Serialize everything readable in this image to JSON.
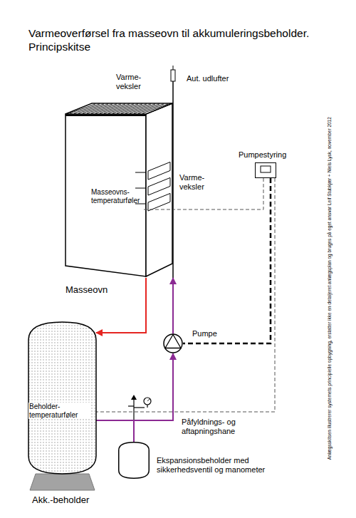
{
  "diagram": {
    "title": "Varmeoverførsel fra masseovn til akkumuleringsbeholder. Principskitse",
    "nodes": [
      {
        "text": [
          "Masseovn"
        ]
      },
      {
        "text": [
          "Pumpestyring"
        ]
      },
      {
        "text": [
          "Pumpe"
        ]
      },
      {
        "text": [
          "Akk.-beholder"
        ]
      },
      {
        "text": [
          "Ekspansionsbeholder med sikkerhedsventil og manometer"
        ]
      }
    ],
    "edges": [
      {
        "from": 0,
        "to": 3,
        "arrow": "to"
      },
      {
        "from": 3,
        "to": 2,
        "arrow": "to"
      },
      {
        "from": 2,
        "to": 0,
        "arrow": "to"
      },
      {
        "from": 1,
        "to": 2,
        "arrow": "none"
      },
      {
        "from": 1,
        "to": 0,
        "arrow": "none"
      },
      {
        "from": 1,
        "to": 3,
        "arrow": "none"
      },
      {
        "from": 4,
        "to": 2,
        "arrow": "none"
      }
    ],
    "labels": [
      "Varme- veksler",
      "Aut. udlufter",
      "Varme- veksler",
      "Masseovns- temperaturføler",
      "Beholder- temperaturføler",
      "Påfyldnings- og aftapningshane",
      "Anlægsskitsen illustrerer systemets principielle opbygning, erstatter ikke en detaljeret anlægsplan og bruges på eget ansvar Leif Stubkjær + Niels Lysk, november 2012"
    ]
  }
}
